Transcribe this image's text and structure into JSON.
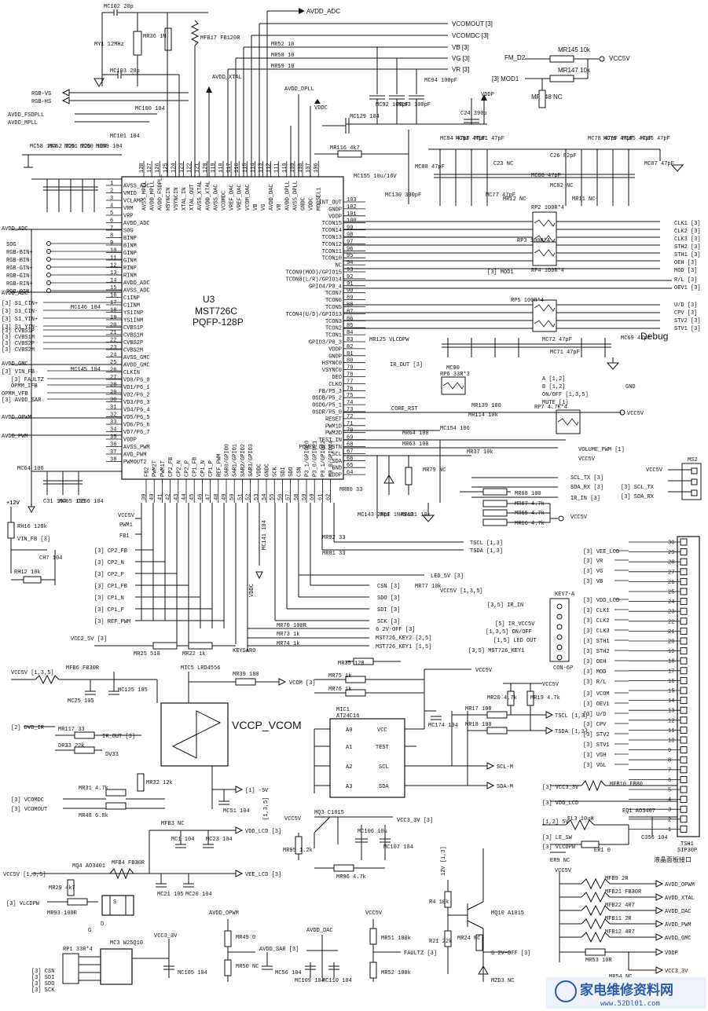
{
  "ic_main": {
    "ref": "U3",
    "part": "MST726C",
    "package": "PQFP-128P"
  },
  "debug_label": "Debug",
  "vccp_label": "VCCP_VCOM",
  "top_labels": [
    "AVDD_ADC",
    "VCOMOUT [3]",
    "VCOMDC [3]",
    "VB [3]",
    "VG [3]",
    "VR [3]",
    "FM_D2",
    "MR145 10k",
    "VCC5V",
    "[3] MOD1",
    "MR147 10k",
    "MR148 NC"
  ],
  "top_parts": [
    "MC102 20p",
    "MY1 12MHz",
    "MR36 1M",
    "MFB17 FB120R",
    "MC103 20p",
    "MR52 10",
    "MR58 10",
    "MR59 10",
    "MC92 100pF",
    "MC93 100pF",
    "MC94 100pF",
    "C24 390p",
    "VDDP",
    "AVDD_XTAL",
    "AVDD_DPLL",
    "VDDC",
    "MC129 104",
    "MR116 4k7"
  ],
  "left_signals": [
    "RGB-VS",
    "RGB-HS",
    "AVDD_FSDPLL",
    "AVDD_MPLL",
    "AVDD_ADC",
    "SOG",
    "RGB-BIN+",
    "RGB-BIN-",
    "RGB-GIN+",
    "RGB-GIN-",
    "RGB-RIN+",
    "RGB-RIN-",
    "AVDD_ADC",
    "[3] S1_CIN+",
    "[3] S1_CIN-",
    "[3] S1_YIN+",
    "[3] S1_YIN-",
    "[3] CVBS1P",
    "[3] CVBS1M",
    "[3] CVBS2P",
    "[3] CVBS2M",
    "AVDD_GMC",
    "[3] VIN_FB",
    "[3] FAULTZ",
    "OPMM_IFB",
    "OPMM_VFB",
    "[3] AVDD_SAR",
    "AVDD_OPWM",
    "AVDD_PWM"
  ],
  "left_parts": [
    "MC58 104",
    "MC62 225",
    "MC61 225",
    "MC60 104",
    "MC59 104",
    "MC101 104",
    "MC100 104",
    "MC146 104",
    "MC145 104",
    "MC64 106",
    "C31 104",
    "MC65 105",
    "C256 104",
    "+12V",
    "RH16 120k",
    "VIN_FB [3]",
    "CH7 104",
    "RH12 10k"
  ],
  "ic_left_pins": [
    "AVSS_ADC",
    "VMID",
    "VCLAMP",
    "VRM",
    "VRP",
    "AVDD_ADC",
    "SOG",
    "BINP",
    "BINM",
    "GINP",
    "GINM",
    "RINP",
    "RINM",
    "AVDD_ADC",
    "AVSS_ADC",
    "C1INP",
    "C1INM",
    "YS1INP",
    "YS1INM",
    "CVBS1P",
    "CVBS1M",
    "CVBS2P",
    "CVBS2M",
    "AVSS_GMC",
    "AVDD_GMC",
    "CLKIN",
    "VD0/P6_0",
    "VD1/P6_1",
    "VD2/P6_2",
    "VD3/P6_3",
    "VD4/P6_4",
    "VD5/P6_5",
    "VD6/P6_6",
    "VD7/P6_7",
    "VDDP",
    "AVSS_PWM",
    "AVD_PWM",
    "PWMOUT2"
  ],
  "ic_right_pins": [
    "INT_OUT",
    "GNDP",
    "VDDP",
    "TCON15",
    "TCON14",
    "TCON13",
    "TCON12",
    "TCON11",
    "TCON10",
    "NC",
    "TCON9(MOD)/GPIO15",
    "TCON8(L/R)/GPIO14",
    "GPIO4/P0_4",
    "TCON7",
    "TCON6",
    "TCON5",
    "TCON4(U/D)/GPIO13",
    "TCON3",
    "TCON2",
    "TCON1",
    "GPIO3/P0_3",
    "VDDP",
    "GNDP",
    "HSYNC0",
    "VSYNC0",
    "DEO",
    "CLKO",
    "FB/P5_3",
    "OSDB/P5_2",
    "OSDG/P5_1",
    "OSDR/P5_0",
    "RESET",
    "PWM1D",
    "PWM2D",
    "TEST_IN",
    "POWER_ON_RSTN",
    "SCL",
    "SDA",
    "GND",
    "VDDP"
  ],
  "ic_top_pins": [
    "AVSS_MPLL",
    "AVDD_MPLL",
    "AVDD_FSDPLL",
    "HSYNCIN",
    "VSYNCIN",
    "XTAL_IN",
    "XTAL_OUT",
    "AVSS_XTAL",
    "AVDD_XTAL",
    "AVSS_DAC",
    "VCOMDC",
    "VREF_DAC",
    "VREF_DAC",
    "VCOM_DAC",
    "VB",
    "VG",
    "AVDD_DAC",
    "VR",
    "AVDD_DPLL",
    "AVSS_DPLL",
    "GNDC",
    "VDDC",
    "MODSEL1"
  ],
  "ic_bottom_pins": [
    "FB2",
    "PWM2T",
    "PWM1T",
    "CP2_FB",
    "CP2_N",
    "CP2_P",
    "CP1_FB",
    "CP1_N",
    "CP1_P",
    "REF_PWM",
    "SAR0/GPIO0",
    "SAR1/GPIO1",
    "SAR2/GPIO2",
    "SAR3/GPIO3",
    "VDDC",
    "GNDC",
    "SCK",
    "SDI",
    "SDO",
    "CSN",
    "P3_1/GPIO20",
    "P3_0/GPIO21",
    "P0_1/GPIO22",
    "P0_0/GPIO24"
  ],
  "tcon_parts": [
    "MC84 47pF",
    "MC83 47pF",
    "MC81 47pF",
    "MC88 47pF",
    "C23 NC",
    "C26 82pF",
    "MC78 47pF",
    "MC79 47pF",
    "MC85 47pF",
    "MC86 47pF",
    "MC87 47pF",
    "MC130 390pF",
    "MC80 47pF",
    "MC77 47pF",
    "MR12 NC",
    "MR11 NC",
    "MC82 NC",
    "RP2 100R*4",
    "RP3 100R*4",
    "RP4 100R*4",
    "RP5 100R*4",
    "MR125 VLCDPW",
    "MC72 47pF",
    "MC71 47pF",
    "MC69 47pF",
    "MC90",
    "RP6 33R*3",
    "RP7 4.7K*4",
    "MR139 100",
    "MR114 10k",
    "MC154 106",
    "MC155 10u/16V"
  ],
  "right_signals": [
    "CLK1 [3]",
    "CLK2 [3]",
    "CLK3 [3]",
    "STH2 [3]",
    "STH1 [3]",
    "OEH [3]",
    "MOD [3]",
    "[3] MOD1",
    "R/L [3]",
    "OEV1 [3]",
    "U/D [3]",
    "CPV [3]",
    "STV2 [3]",
    "STV1 [3]",
    "IR_OUT [3]",
    "GND",
    "A [1,2]",
    "B [1,2]",
    "ON/OFF [1,3,5]",
    "MUTE [1]",
    "VCC5V",
    "CORE_RST",
    "VOLUME_PWM [1]",
    "VCC5V",
    "SCL_TX [3]",
    "SDA_RX [3]",
    "IR_IN [3]",
    "VCC5V"
  ],
  "reset_parts": [
    "MR64 100",
    "MR63 100",
    "MR37 10k",
    "MR80 33",
    "MC143 20pF",
    "MD1 1N4148",
    "MR131 10k",
    "MR79 NC",
    "MR68 100",
    "MR67 4.7k",
    "MR65 4.7k",
    "MR66 4.7k"
  ],
  "ms2": {
    "ref": "MS2",
    "pins": [
      "VCC5V",
      "[3] SCL_TX",
      "[3] SDA_RX"
    ]
  },
  "bottom_left_labels": [
    "+12V",
    "VCC5V",
    "PWM1",
    "FB1",
    "[3] CP2_FB",
    "[3] CP2_N",
    "[3] CP2_P",
    "[3] CP1_FB",
    "[3] CP1_N",
    "[3] CP1_P",
    "[3] REF_PWM",
    "VCC2_5V [3]",
    "MR25 510",
    "MR22 1k",
    "MR92 33",
    "MR81 33",
    "TSCL [1,3]",
    "TSDA [1,3]",
    "LED_5V [3]",
    "CSN [3]",
    "SDO [3]",
    "SDI [3]",
    "SCK [3]",
    "MR77 10k",
    "VCC5V [1,3,5]",
    "MR70 100R",
    "MR73 1k",
    "MR74 1k",
    "6 2V-OFF [3]",
    "MST726_KEY2 [2,5]",
    "MST726_KEY1 [1,5]",
    "KEYSARO",
    "VDDC",
    "MC141 104"
  ],
  "key": {
    "ref": "KEY7-A",
    "conn": "CON-6P",
    "pins": [
      "[3,5] IR_IN",
      "[5] IR_VCC5V",
      "[1,3,5] ON/OFF",
      "[1,5] LED OUT",
      "[3,5] MST726_KEY1"
    ]
  },
  "vcom": {
    "labels": [
      "VCC5V [1,3,5]",
      "MFB6 FB30R",
      "MC25 105",
      "MC125 105",
      "MIC5 LRD4556",
      "MR39 180",
      "VCOM [3]",
      "[2] DVD_IR",
      "MR117 33",
      "IR_OUT [3]",
      "DR33 22k",
      "DV33",
      "MR31 4.7k",
      "MR32 12k",
      "[3] VCOMDC",
      "[3] VCOMOUT",
      "MR48 6.8k",
      "[1] -5V",
      "MC51 104"
    ]
  },
  "eeprom": {
    "ref": "MIC1",
    "part": "AT24C16",
    "pins": [
      "A0",
      "A1",
      "A2",
      "A3",
      "VCC",
      "TEST",
      "SCL",
      "SDA"
    ],
    "labels": [
      "MR35 120",
      "MR75 1k",
      "MR76 1k",
      "VCC5V",
      "MC174 104",
      "VCC5V",
      "MR20 4.7k",
      "MR19 4.7k",
      "MR17 100",
      "MR18 100",
      "TSCL [1,3]",
      "TSDA [1,3]",
      "SCL-M",
      "SDA-M"
    ]
  },
  "power_parts": [
    "MFB3 NC",
    "MC1 104",
    "MC23 104",
    "VDD_LCD [3]",
    "MQ4 AO3401",
    "MFB4 FB30R",
    "VCC5V [1,3,5]",
    "MR29 4k7",
    "[3] VLCDPW",
    "MR93 100R",
    "MC21 105",
    "MC20 104",
    "VEE_LCD [3]",
    "S",
    "D",
    "G",
    "MQ3 C1815",
    "VCC5V",
    "MR95 1.2k",
    "MR96 4.7k",
    "MC106 10u",
    "MC107 104",
    "VCC3_3V [3]",
    "[1,3,5]",
    "MC3 W25Q10",
    "RP1 33R*4",
    "[3] CSN",
    "[3] SDI",
    "[3] SDO",
    "[3] SCK",
    "VCC3_3V",
    "MC105 104",
    "AVDD_OPWM",
    "MR49 0",
    "MR50 NC",
    "AVDD_SAR [3]",
    "MC56 104",
    "AVDD_DAC",
    "MC109 104",
    "MC110 104",
    "VCC5V",
    "MR51 100k",
    "MR52 100k",
    "FAULTZ [3]",
    "12V [1,3]",
    "R4 10k",
    "R21 22k",
    "MR24 NC",
    "MQ10 A1015",
    "6 2V-OFF [3]",
    "MZD3 NC"
  ],
  "right_bottom": [
    "MFB9 2R",
    "MFB21 FB30R",
    "MFB22 4R7",
    "MFB11 2R",
    "MFB12 4R7",
    "AVDD_OPWM",
    "AVDD_XTAL",
    "AVDD_DAC",
    "AVDD_PWM",
    "AVDD_GMC",
    "VDDP",
    "VCC3_3V",
    "MR53 10R",
    "MR54 NC",
    "VCC5V"
  ],
  "lcd_conn": {
    "ref": "TSH1",
    "part": "SIP30P",
    "caption": "液晶面板接口",
    "pin_numbers": [
      "30",
      "29",
      "28",
      "27",
      "26",
      "25",
      "24",
      "23",
      "22",
      "21",
      "20",
      "19",
      "18",
      "17",
      "16",
      "15",
      "14",
      "13",
      "12",
      "11",
      "10",
      "9",
      "8",
      "7",
      "6",
      "5",
      "4",
      "3",
      "2",
      "1"
    ],
    "signals": [
      "[3] VEE_LCD",
      "[3] VR",
      "[3] VG",
      "[3] VB",
      "[3] VDD_LCD",
      "[3] CLK1",
      "[3] CLK2",
      "[3] CLK3",
      "[3] STH1",
      "[3] STH2",
      "[3] OEH",
      "[3] MOD",
      "[3] R/L",
      "[3] VCOM",
      "[3] OEV1",
      "[3] U/D",
      "[3] CPV",
      "[3] STV2",
      "[3] STV1",
      "[3] VGH",
      "[3] VGL",
      "[3] VCC3_3V",
      "[3] VDD_LCD",
      "[1,2] 5V",
      "[3] LE_SW",
      "[3] VLCDPW"
    ],
    "parts": [
      "MFB10 FB80",
      "EQ1 AO3407",
      "EL3 10uH",
      "ER1 0",
      "ER9 NC",
      "C356 104"
    ]
  },
  "watermark": {
    "cn": "家电维修资料网",
    "url": "www.52Dl01.com"
  }
}
